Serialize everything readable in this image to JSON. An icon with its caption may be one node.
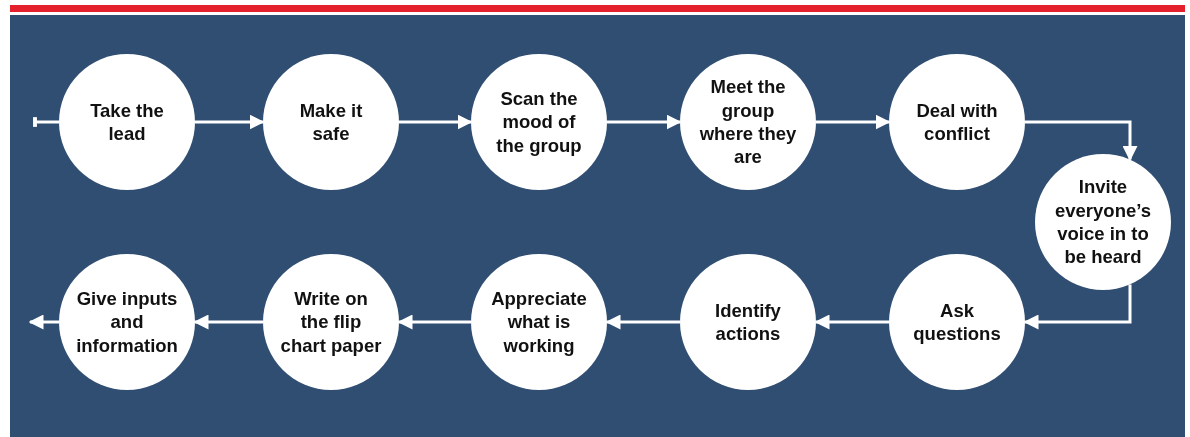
{
  "diagram": {
    "nodes": [
      {
        "text": [
          "Take the lead"
        ]
      },
      {
        "text": [
          "Make it safe"
        ]
      },
      {
        "text": [
          "Scan the mood of the group"
        ]
      },
      {
        "text": [
          "Meet the group where they are"
        ]
      },
      {
        "text": [
          "Deal with conflict"
        ]
      },
      {
        "text": [
          "Invite everyone’s voice in to be heard"
        ]
      },
      {
        "text": [
          "Ask questions"
        ]
      },
      {
        "text": [
          "Identify actions"
        ]
      },
      {
        "text": [
          "Appreciate what is working"
        ]
      },
      {
        "text": [
          "Write on the flip chart paper"
        ]
      },
      {
        "text": [
          "Give inputs and information"
        ]
      }
    ],
    "edges": [
      {
        "from": null,
        "to": 0,
        "arrow": "other"
      },
      {
        "from": 0,
        "to": 1,
        "arrow": "to"
      },
      {
        "from": 1,
        "to": 2,
        "arrow": "to"
      },
      {
        "from": 2,
        "to": 3,
        "arrow": "to"
      },
      {
        "from": 3,
        "to": 4,
        "arrow": "to"
      },
      {
        "from": 4,
        "to": 5,
        "arrow": "to"
      },
      {
        "from": 5,
        "to": 6,
        "arrow": "to"
      },
      {
        "from": 6,
        "to": 7,
        "arrow": "to"
      },
      {
        "from": 7,
        "to": 8,
        "arrow": "to"
      },
      {
        "from": 8,
        "to": 9,
        "arrow": "to"
      },
      {
        "from": 9,
        "to": 10,
        "arrow": "to"
      },
      {
        "from": 10,
        "to": null,
        "arrow": "to"
      }
    ]
  }
}
